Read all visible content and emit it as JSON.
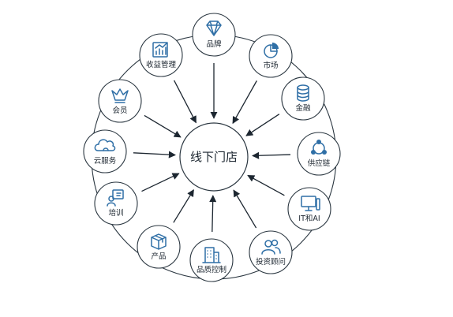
{
  "center": {
    "label": "线下门店"
  },
  "nodes": [
    {
      "id": "brand",
      "label": "品牌",
      "icon": "diamond-icon"
    },
    {
      "id": "market",
      "label": "市场",
      "icon": "pie-chart-icon"
    },
    {
      "id": "finance",
      "label": "金融",
      "icon": "coin-stack-icon"
    },
    {
      "id": "supply",
      "label": "供应链",
      "icon": "network-cycle-icon"
    },
    {
      "id": "itai",
      "label": "IT和AI",
      "icon": "computer-monitor-icon"
    },
    {
      "id": "invest",
      "label": "投资顾问",
      "icon": "people-icon"
    },
    {
      "id": "quality",
      "label": "品质控制",
      "icon": "building-icon"
    },
    {
      "id": "product",
      "label": "产品",
      "icon": "box-icon"
    },
    {
      "id": "training",
      "label": "培训",
      "icon": "training-board-icon"
    },
    {
      "id": "cloud",
      "label": "云服务",
      "icon": "cloud-icon"
    },
    {
      "id": "member",
      "label": "会员",
      "icon": "crown-icon"
    },
    {
      "id": "revenue",
      "label": "收益管理",
      "icon": "growth-chart-icon"
    }
  ],
  "colors": {
    "line": "#2a3640",
    "icon": "#2f6fa6",
    "text": "#1c2630"
  }
}
